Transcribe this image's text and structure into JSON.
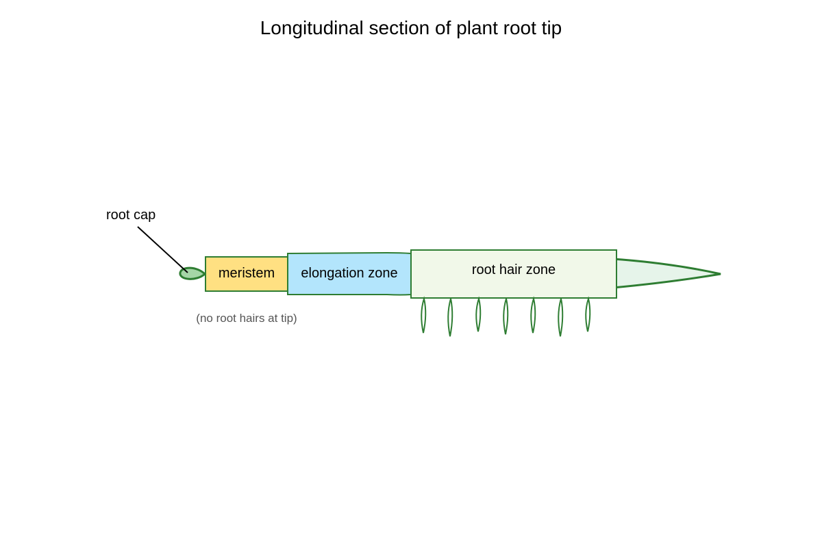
{
  "title": "Longitudinal section of plant root tip",
  "labels": {
    "root_cap": "root cap",
    "meristem": "meristem",
    "elongation_zone": "elongation zone",
    "root_hair_zone": "root hair zone",
    "tip_note": "(no root hairs at tip)"
  },
  "colors": {
    "outline": "#2e7d32",
    "root_cap_fill": "#a5d6a7",
    "meristem_fill": "#ffe082",
    "elongation_fill": "#b3e5fc",
    "root_hair_zone_fill": "#f1f8e9",
    "mature_zone_fill": "#e6f4ea"
  },
  "root_hairs": {
    "count": 7
  }
}
